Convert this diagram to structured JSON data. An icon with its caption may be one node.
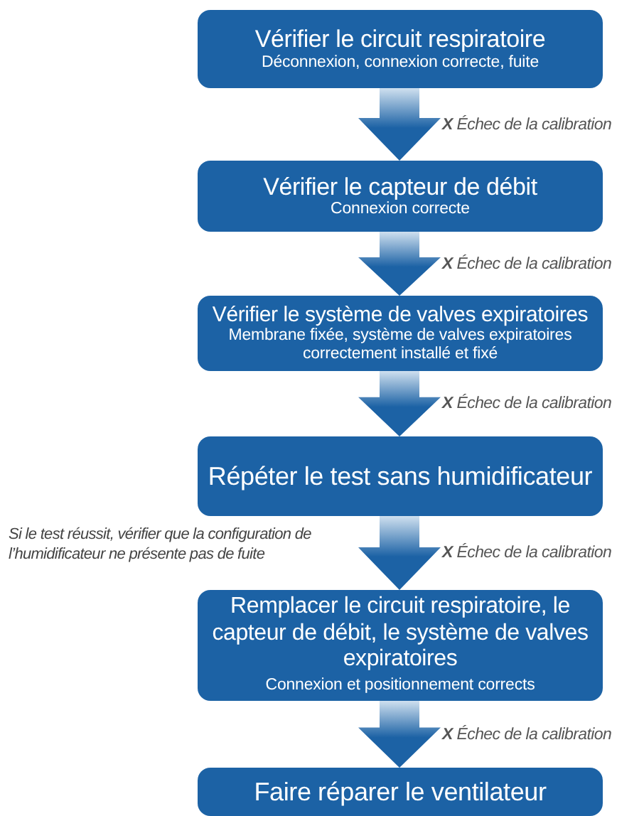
{
  "diagram": {
    "nodes": [
      {
        "text": [
          "Vérifier le circuit respiratoire",
          "Déconnexion, connexion correcte, fuite"
        ]
      },
      {
        "text": [
          "Vérifier le capteur de débit",
          "Connexion correcte"
        ]
      },
      {
        "text": [
          "Vérifier le système de valves expiratoires",
          "Membrane fixée, système de valves expiratoires correctement installé et fixé"
        ]
      },
      {
        "text": [
          "Répéter le test sans humidificateur"
        ]
      },
      {
        "text": [
          "Remplacer le circuit respiratoire, le capteur de débit, le système de valves expiratoires",
          "Connexion et positionnement corrects"
        ]
      },
      {
        "text": [
          "Faire réparer le ventilateur"
        ]
      }
    ],
    "edges": [
      {
        "from": 0,
        "to": 1,
        "arrow": "to",
        "label": "**X** Échec de la calibration"
      },
      {
        "from": 1,
        "to": 2,
        "arrow": "to",
        "label": "**X** Échec de la calibration"
      },
      {
        "from": 2,
        "to": 3,
        "arrow": "to",
        "label": "**X** Échec de la calibration"
      },
      {
        "from": 3,
        "to": 4,
        "arrow": "to",
        "label": "**X** Échec de la calibration"
      },
      {
        "from": 4,
        "to": 5,
        "arrow": "to",
        "label": "**X** Échec de la calibration"
      }
    ],
    "labels": [
      "Si le test réussit, vérifier que la configuration de l’humidificateur ne présente pas de fuite"
    ]
  }
}
